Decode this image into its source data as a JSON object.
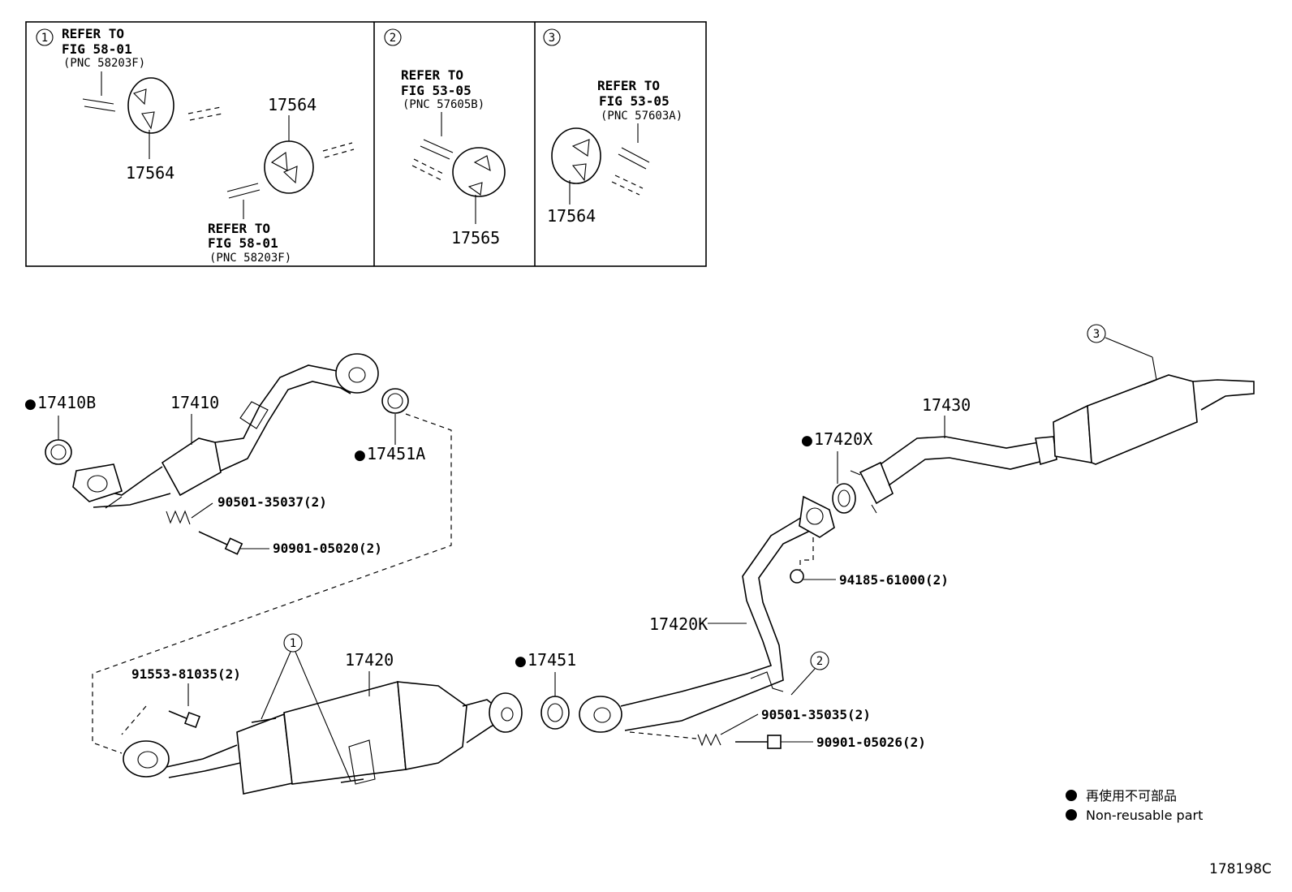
{
  "inset": {
    "box1": {
      "circle": "1",
      "refer_a": [
        "REFER TO",
        "FIG 58-01",
        "(PNC 58203F)"
      ],
      "refer_b": [
        "REFER TO",
        "FIG 58-01",
        "(PNC 58203F)"
      ],
      "part_a": "17564",
      "part_b": "17564"
    },
    "box2": {
      "circle": "2",
      "refer": [
        "REFER TO",
        "FIG 53-05",
        "(PNC 57605B)"
      ],
      "part": "17565"
    },
    "box3": {
      "circle": "3",
      "refer": [
        "REFER TO",
        "FIG 53-05",
        "(PNC 57603A)"
      ],
      "part": "17564"
    }
  },
  "parts": {
    "p17410B": "17410B",
    "p17410": "17410",
    "p17451A": "17451A",
    "p90501_35037": "90501-35037(2)",
    "p90901_05020": "90901-05020(2)",
    "p17430": "17430",
    "p17420X": "17420X",
    "p94185_61000": "94185-61000(2)",
    "p17420K": "17420K",
    "p91553_81035": "91553-81035(2)",
    "p17420": "17420",
    "p17451": "17451",
    "p90501_35035": "90501-35035(2)",
    "p90901_05026": "90901-05026(2)",
    "callout1": "1",
    "callout2": "2",
    "callout3": "3"
  },
  "legend": {
    "jp": "再使用不可部品",
    "en": "Non-reusable part"
  },
  "diagram_code": "178198C"
}
